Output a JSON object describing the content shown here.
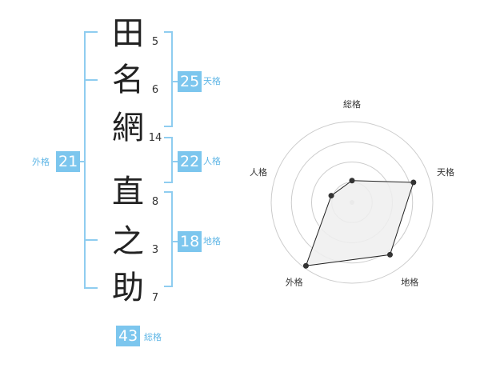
{
  "name": {
    "characters": [
      {
        "char": "田",
        "strokes": 5
      },
      {
        "char": "名",
        "strokes": 6
      },
      {
        "char": "網",
        "strokes": 14
      },
      {
        "char": "直",
        "strokes": 8
      },
      {
        "char": "之",
        "strokes": 3
      },
      {
        "char": "助",
        "strokes": 7
      }
    ]
  },
  "fortunes": {
    "tenkaku": {
      "value": 25,
      "label": "天格"
    },
    "jinkaku": {
      "value": 22,
      "label": "人格"
    },
    "chikaku": {
      "value": 18,
      "label": "地格"
    },
    "gaikaku": {
      "value": 21,
      "label": "外格"
    },
    "soukaku": {
      "value": 43,
      "label": "総格"
    }
  },
  "colors": {
    "accent": "#7cc6ee",
    "accent_text": "#5fb6e6",
    "bracket": "#8fcdf0",
    "text": "#222222",
    "radar_fill": "#eeeeee",
    "radar_ring": "#cccccc"
  },
  "chart_data": {
    "type": "radar",
    "axes": [
      "総格",
      "天格",
      "地格",
      "外格",
      "人格"
    ],
    "rings": 4,
    "values_level_fraction": [
      0.27,
      0.8,
      0.8,
      0.97,
      0.27
    ]
  }
}
